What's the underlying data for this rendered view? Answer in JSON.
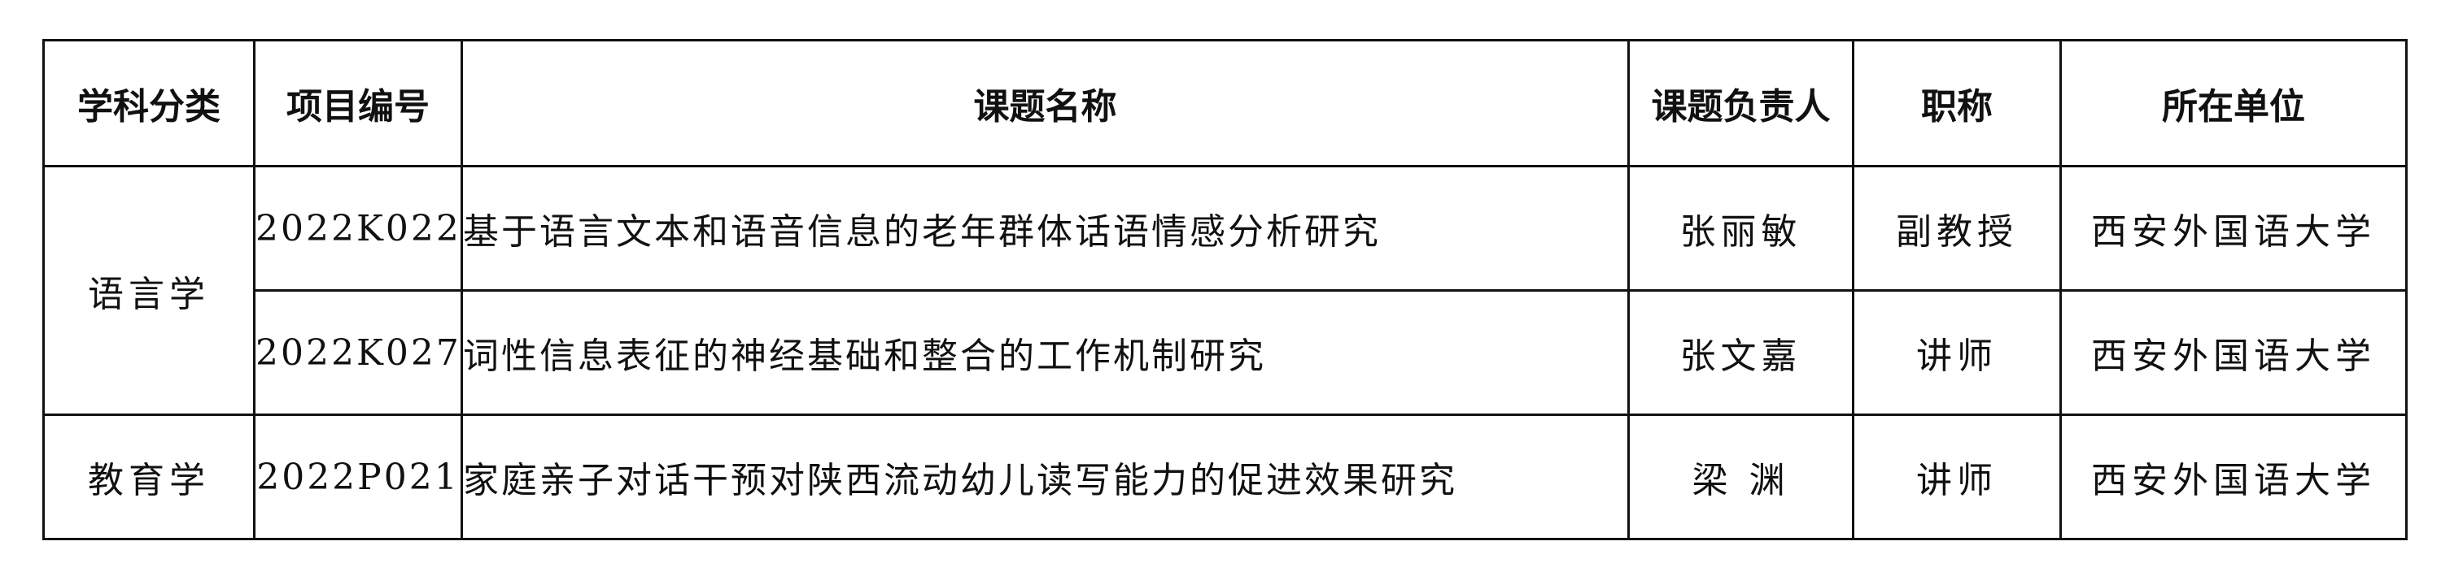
{
  "table": {
    "headers": [
      "学科分类",
      "项目编号",
      "课题名称",
      "课题负责人",
      "职称",
      "所在单位"
    ],
    "groups": [
      {
        "category": "语言学",
        "rows": [
          {
            "code": "2022K022",
            "title": "基于语言文本和语音信息的老年群体话语情感分析研究",
            "leader": "张丽敏",
            "rank": "副教授",
            "unit": "西安外国语大学"
          },
          {
            "code": "2022K027",
            "title": "词性信息表征的神经基础和整合的工作机制研究",
            "leader": "张文嘉",
            "rank": "讲师",
            "unit": "西安外国语大学"
          }
        ]
      },
      {
        "category": "教育学",
        "rows": [
          {
            "code": "2022P021",
            "title": "家庭亲子对话干预对陕西流动幼儿读写能力的促进效果研究",
            "leader": "梁 渊",
            "rank": "讲师",
            "unit": "西安外国语大学"
          }
        ]
      }
    ]
  }
}
